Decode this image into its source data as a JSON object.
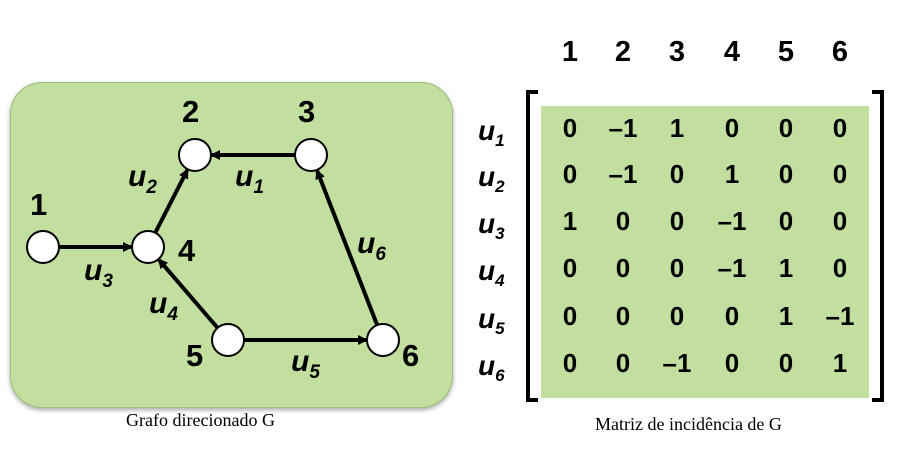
{
  "graph": {
    "caption": "Grafo  direcionado G",
    "nodes": [
      "1",
      "2",
      "3",
      "4",
      "5",
      "6"
    ],
    "edges": [
      {
        "id": "u1",
        "base": "u",
        "sub": "1",
        "from": "3",
        "to": "2"
      },
      {
        "id": "u2",
        "base": "u",
        "sub": "2",
        "from": "4",
        "to": "2"
      },
      {
        "id": "u3",
        "base": "u",
        "sub": "3",
        "from": "1",
        "to": "4"
      },
      {
        "id": "u4",
        "base": "u",
        "sub": "4",
        "from": "5",
        "to": "4"
      },
      {
        "id": "u5",
        "base": "u",
        "sub": "5",
        "from": "5",
        "to": "6"
      },
      {
        "id": "u6",
        "base": "u",
        "sub": "6",
        "from": "6",
        "to": "3"
      }
    ],
    "colors": {
      "background": "#c3dfa0",
      "node_fill": "#ffffff",
      "stroke": "#000000"
    }
  },
  "matrix": {
    "caption": "Matriz de incidência de G",
    "columns": [
      "1",
      "2",
      "3",
      "4",
      "5",
      "6"
    ],
    "rows": [
      {
        "label": "u",
        "sub": "1",
        "values": [
          "0",
          "–1",
          "1",
          "0",
          "0",
          "0"
        ]
      },
      {
        "label": "u",
        "sub": "2",
        "values": [
          "0",
          "–1",
          "0",
          "1",
          "0",
          "0"
        ]
      },
      {
        "label": "u",
        "sub": "3",
        "values": [
          "1",
          "0",
          "0",
          "–1",
          "0",
          "0"
        ]
      },
      {
        "label": "u",
        "sub": "4",
        "values": [
          "0",
          "0",
          "0",
          "–1",
          "1",
          "0"
        ]
      },
      {
        "label": "u",
        "sub": "5",
        "values": [
          "0",
          "0",
          "0",
          "0",
          "1",
          "–1"
        ]
      },
      {
        "label": "u",
        "sub": "6",
        "values": [
          "0",
          "0",
          "–1",
          "0",
          "0",
          "1"
        ]
      }
    ],
    "colors": {
      "background": "#c3dfa0"
    }
  }
}
